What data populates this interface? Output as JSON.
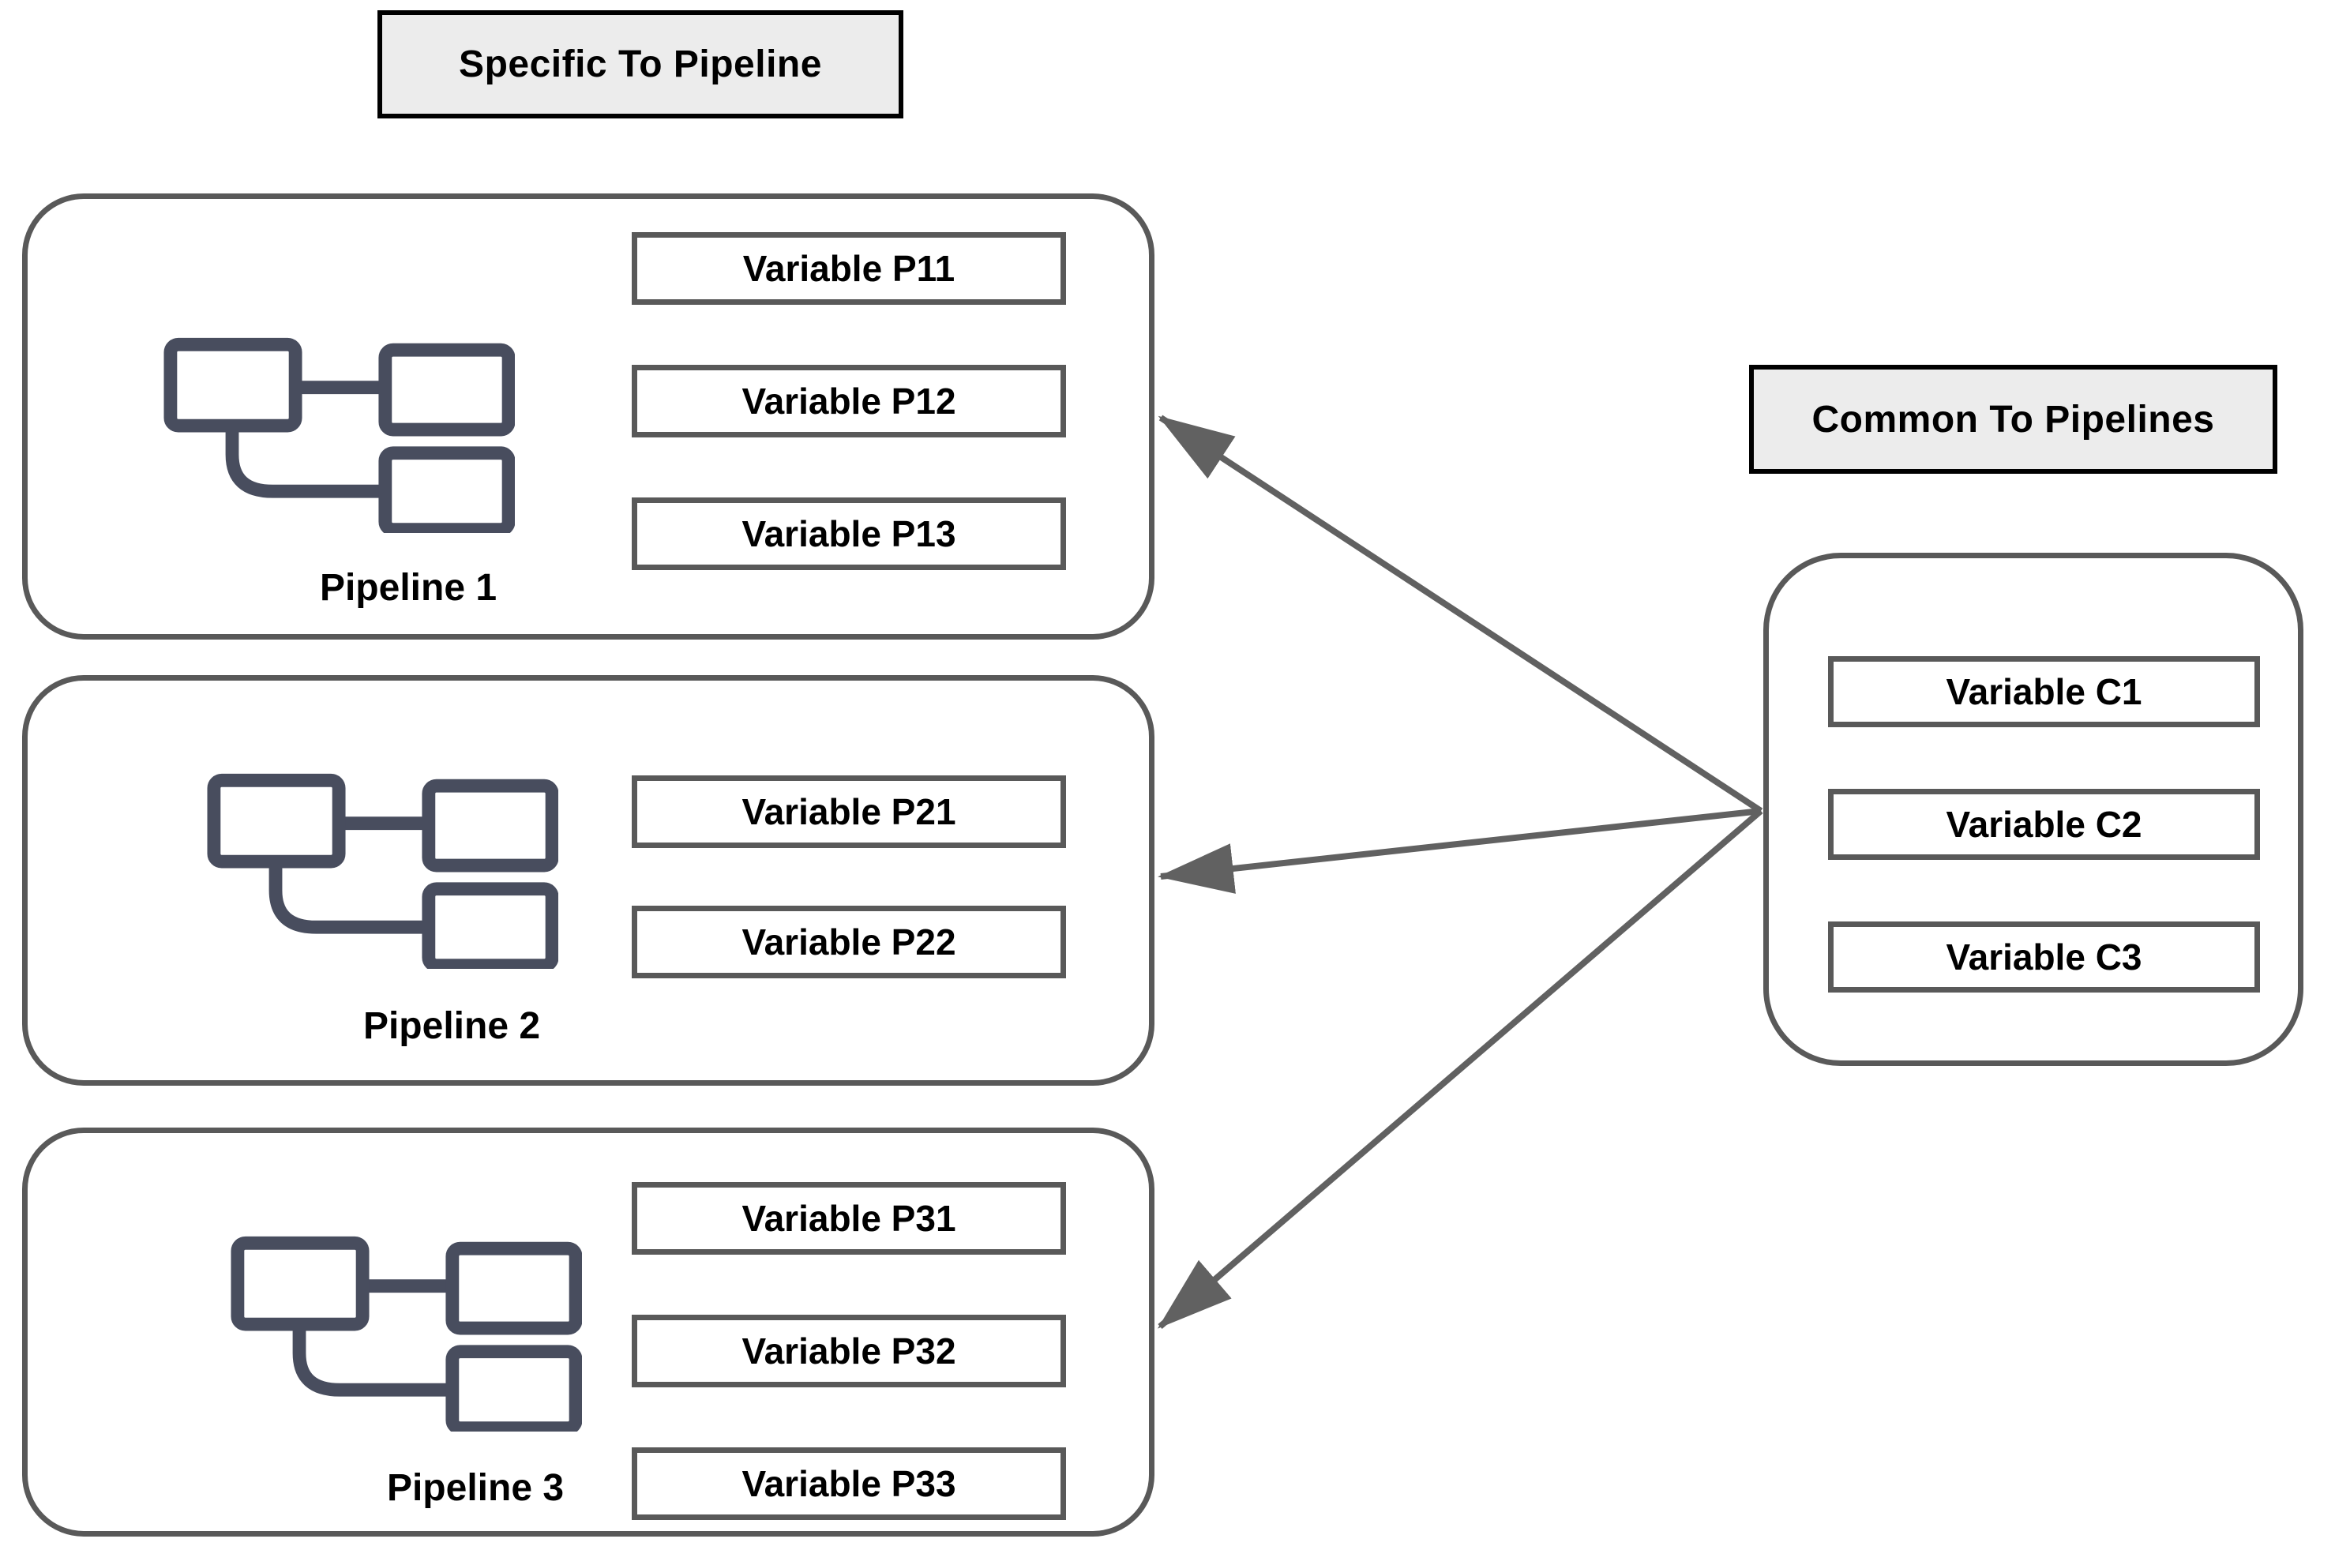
{
  "diagram": {
    "left_header": {
      "label": "Specific To Pipeline"
    },
    "right_header": {
      "label": "Common To Pipelines"
    },
    "pipelines": [
      {
        "label": "Pipeline 1",
        "icon": "flowchart-pipeline-icon",
        "variables": [
          "Variable P11",
          "Variable P12",
          "Variable P13"
        ]
      },
      {
        "label": "Pipeline 2",
        "icon": "flowchart-pipeline-icon",
        "variables": [
          "Variable P21",
          "Variable P22"
        ]
      },
      {
        "label": "Pipeline 3",
        "icon": "flowchart-pipeline-icon",
        "variables": [
          "Variable P31",
          "Variable P32",
          "Variable P33"
        ]
      }
    ],
    "common": {
      "variables": [
        "Variable C1",
        "Variable C2",
        "Variable C3"
      ]
    },
    "arrows": {
      "count": 3,
      "direction": "from common container to each pipeline container"
    },
    "colors": {
      "title_border": "#000000",
      "title_bg": "#ececec",
      "container_border": "#595959",
      "icon": "#484d5e",
      "arrow": "#616161",
      "text": "#000000",
      "background": "#ffffff"
    }
  }
}
